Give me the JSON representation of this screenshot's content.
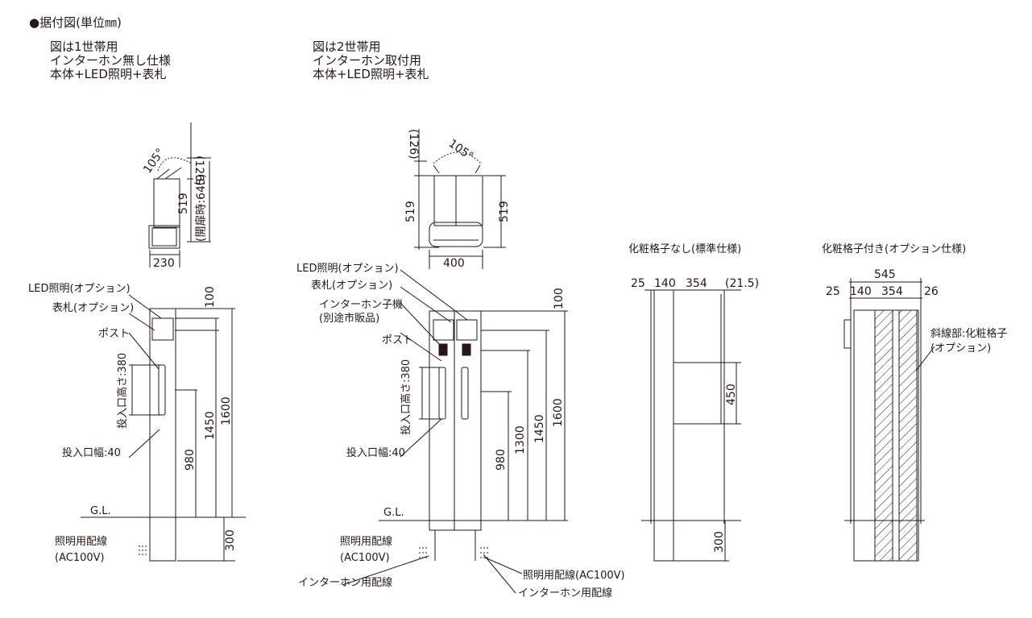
{
  "header": {
    "title": "●据付図(単位㎜)",
    "variant_a": [
      "図は1世帯用",
      "インターホン無し仕様",
      "本体+LED照明+表札"
    ],
    "variant_b": [
      "図は2世帯用",
      "インターホン取付用",
      "本体+LED照明+表札"
    ]
  },
  "plan_a": {
    "angle": "105°",
    "door": "(126)",
    "depth": "519",
    "open_depth": "(開扉時:645)",
    "width": "230"
  },
  "plan_b": {
    "angle": "105°",
    "door": "(126)",
    "depth_left": "519",
    "depth_right": "519",
    "width": "400"
  },
  "front_a": {
    "led": "LED照明(オプション)",
    "nameplate": "表札(オプション)",
    "post": "ポスト",
    "slot_height": "投入口高さ:380",
    "slot_width": "投入口幅:40",
    "gl": "G.L.",
    "wiring": "照明用配線",
    "wiring_v": "(AC100V)",
    "d100": "100",
    "d980": "980",
    "d1450": "1450",
    "d1600": "1600",
    "d300": "300"
  },
  "front_b": {
    "led": "LED照明(オプション)",
    "nameplate": "表札(オプション)",
    "intercom": "インターホン子機",
    "intercom_note": "(別途市販品)",
    "post": "ポスト",
    "slot_height": "投入口高さ:380",
    "slot_width": "投入口幅:40",
    "gl": "G.L.",
    "wiring": "照明用配線",
    "wiring_v": "(AC100V)",
    "intercom_wiring": "インターホン用配線",
    "light_wiring": "照明用配線(AC100V)",
    "intercom_wiring2": "インターホン用配線",
    "d100": "100",
    "d980": "980",
    "d1300": "1300",
    "d1450": "1450",
    "d1600": "1600"
  },
  "side_std": {
    "title": "化粧格子なし(標準仕様)",
    "dims": [
      "25",
      "140",
      "354",
      "(21.5)"
    ],
    "d450": "450",
    "d300": "300"
  },
  "side_opt": {
    "title": "化粧格子付き(オプション仕様)",
    "total": "545",
    "dims": [
      "25",
      "140",
      "354",
      "26"
    ],
    "note1": "斜線部:化粧格子",
    "note2": "(オプション)"
  }
}
